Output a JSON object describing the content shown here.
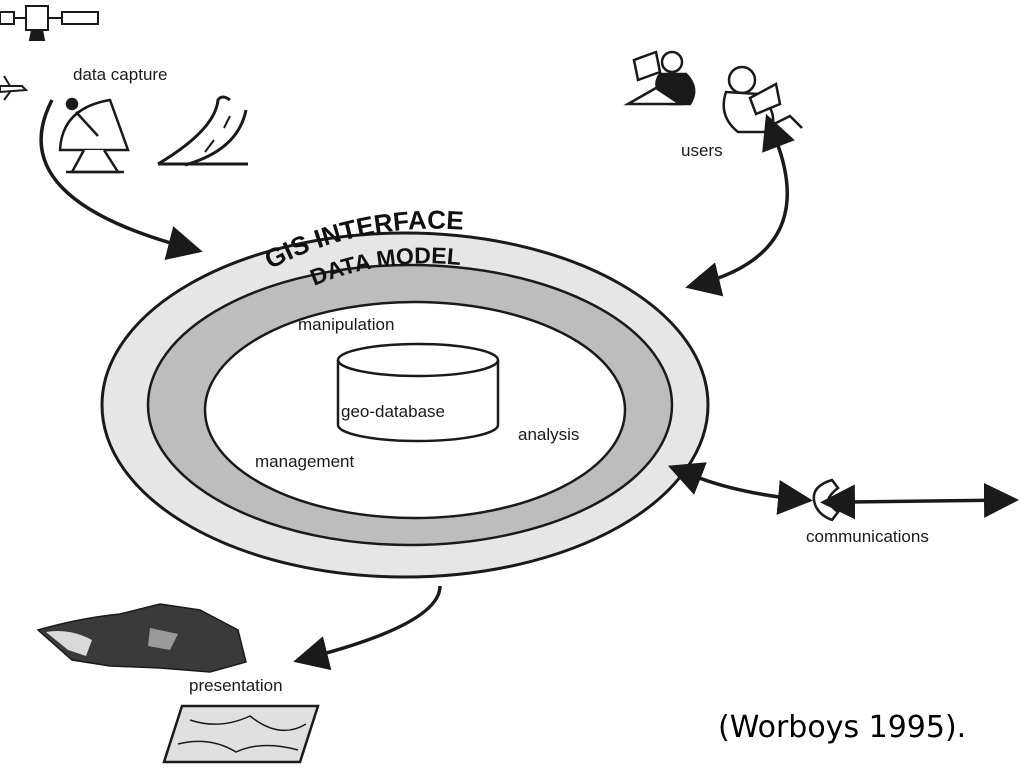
{
  "diagram": {
    "ring_outer_label": "GIS INTERFACE",
    "ring_inner_label": "DATA MODEL",
    "core_label": "geo-database",
    "functions": {
      "manipulation": "manipulation",
      "analysis": "analysis",
      "management": "management"
    },
    "nodes": {
      "data_capture": "data capture",
      "users": "users",
      "communications": "communications",
      "presentation": "presentation"
    }
  },
  "citation": "(Worboys 1995).",
  "colors": {
    "stroke": "#1a1a1a",
    "ring_outer_fill": "#e6e6e6",
    "ring_inner_fill": "#bdbdbd",
    "map_dark": "#3a3a3a"
  },
  "icons": [
    "satellite-icon",
    "plane-icon",
    "satellite-dish-icon",
    "road-icon",
    "reader-icon",
    "telephone-icon",
    "map-icon",
    "terrain-map-icon"
  ]
}
